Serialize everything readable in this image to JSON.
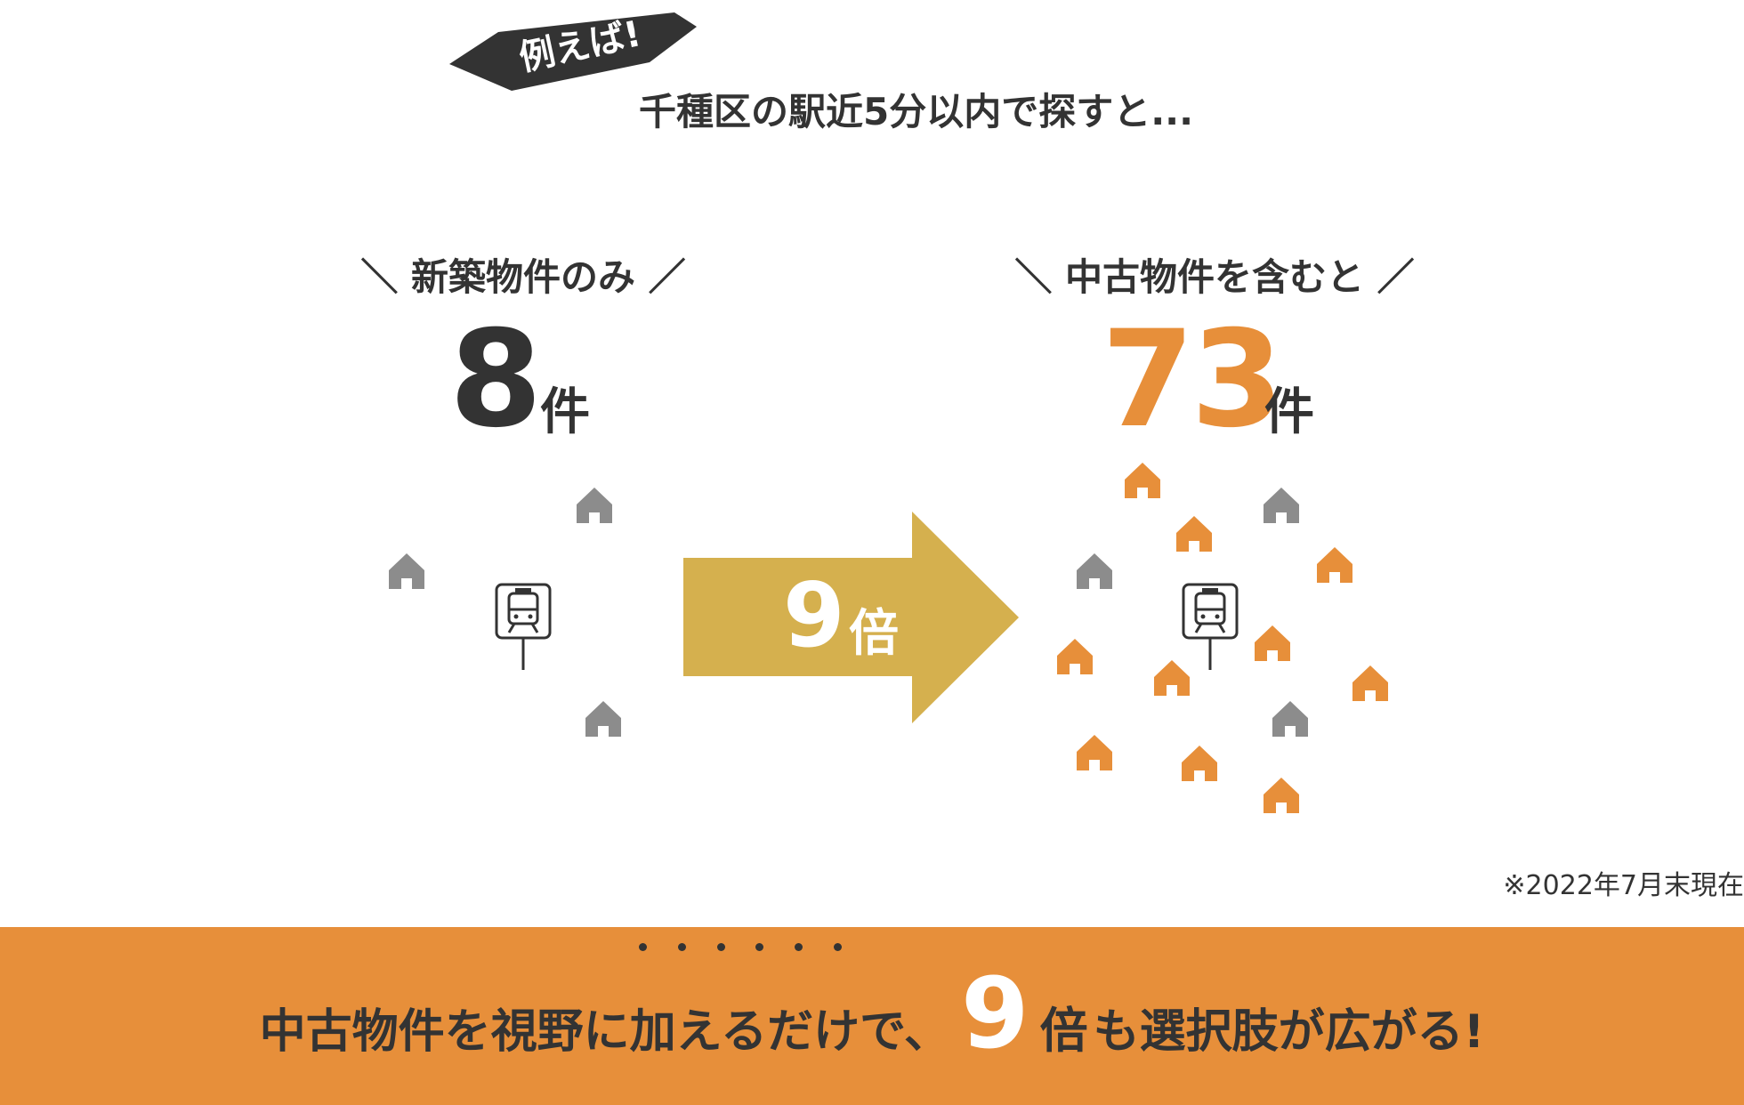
{
  "badge": {
    "label": "例えば!"
  },
  "intro": {
    "text": "千種区の駅近5分以内で探すと..."
  },
  "left": {
    "caption": "＼ 新築物件のみ ／",
    "count": "8",
    "unit": "件"
  },
  "right": {
    "caption": "＼ 中古物件を含むと ／",
    "count": "73",
    "unit": "件"
  },
  "arrow": {
    "multiplier": "9",
    "unit": "倍"
  },
  "note": "※2022年7月末現在",
  "banner": {
    "prefix": "中古物件を視野に加えるだけで、",
    "number": "9",
    "unit": "倍",
    "suffix": "も選択肢が広がる!"
  },
  "colors": {
    "accent_orange": "#e78f3a",
    "arrow_gold": "#d5b04e",
    "house_gray": "#8c8c8c",
    "text_dark": "#333333"
  },
  "icons": {
    "house": "house-icon",
    "station": "station-sign-icon"
  }
}
